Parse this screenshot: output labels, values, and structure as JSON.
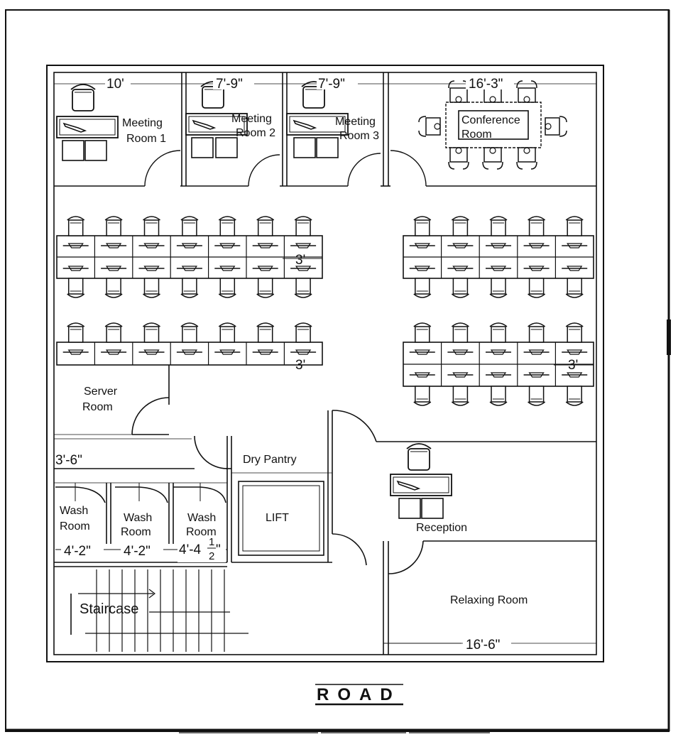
{
  "rooms": {
    "meeting_1": [
      "Meeting",
      "Room 1"
    ],
    "meeting_2": [
      "Meeting",
      "Room 2"
    ],
    "meeting_3": [
      "Meeting",
      "Room 3"
    ],
    "conference": [
      "Conference",
      "Room"
    ],
    "server": [
      "Server",
      "Room"
    ],
    "dry_pantry": "Dry Pantry",
    "lift": "LIFT",
    "wash_1": [
      "Wash",
      "Room"
    ],
    "wash_2": [
      "Wash",
      "Room"
    ],
    "wash_3": [
      "Wash",
      "Room"
    ],
    "reception": "Reception",
    "relaxing": "Relaxing Room",
    "staircase": "Staircase"
  },
  "dimensions": {
    "meeting_1_width": "10'",
    "meeting_2_width": "7'-9\"",
    "meeting_3_width": "7'-9\"",
    "conference_width": "16'-3\"",
    "desk_width_a": "3'",
    "desk_width_b": "3'",
    "desk_width_c": "3'",
    "corridor_width": "3'-6\"",
    "wash_1_width": "4'-2\"",
    "wash_2_width": "4'-2\"",
    "wash_3_width": "4'-4",
    "wash_3_fraction_num": "1",
    "wash_3_fraction_den": "2",
    "wash_3_inch": "\"",
    "relaxing_width": "16'-6\""
  },
  "road_label": "ROAD"
}
